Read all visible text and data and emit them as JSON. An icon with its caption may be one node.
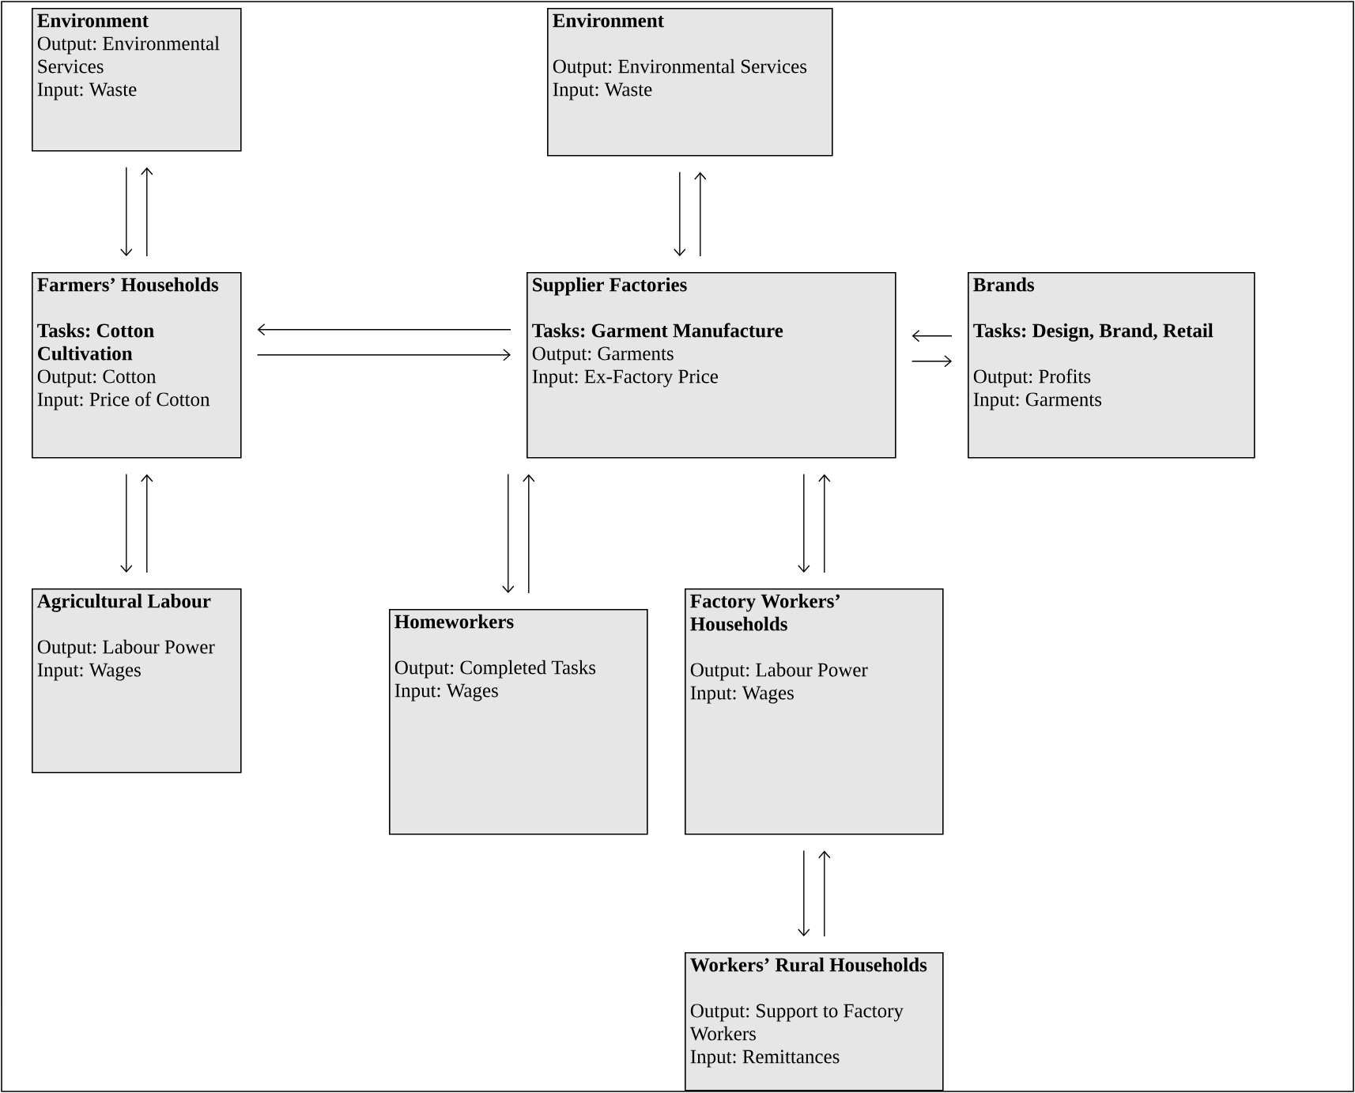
{
  "diagram": {
    "nodes": [
      {
        "text": [
          "Environment",
          "Output: Environmental Services",
          "Input: Waste"
        ]
      },
      {
        "text": [
          "Environment",
          "Output: Environmental Services",
          "Input: Waste"
        ]
      },
      {
        "text": [
          "Farmers’ Households",
          "Tasks: Cotton Cultivation",
          "Output: Cotton",
          "Input: Price of Cotton"
        ]
      },
      {
        "text": [
          "Supplier Factories",
          "Tasks: Garment Manufacture",
          "Output: Garments",
          "Input: Ex-Factory Price"
        ]
      },
      {
        "text": [
          "Brands",
          "Tasks: Design, Brand, Retail",
          "Output: Profits",
          "Input: Garments"
        ]
      },
      {
        "text": [
          "Agricultural Labour",
          "Output: Labour Power",
          "Input: Wages"
        ]
      },
      {
        "text": [
          "Homeworkers",
          "Output: Completed Tasks",
          "Input: Wages"
        ]
      },
      {
        "text": [
          "Factory Workers’ Households",
          "Output: Labour Power",
          "Input: Wages"
        ]
      },
      {
        "text": [
          "Workers’ Rural Households",
          "Output: Support to Factory Workers",
          "Input: Remittances"
        ]
      }
    ],
    "edges": [
      {
        "from": 0,
        "to": 2,
        "arrow": "to"
      },
      {
        "from": 2,
        "to": 0,
        "arrow": "to"
      },
      {
        "from": 1,
        "to": 3,
        "arrow": "to"
      },
      {
        "from": 3,
        "to": 1,
        "arrow": "to"
      },
      {
        "from": 3,
        "to": 2,
        "arrow": "to"
      },
      {
        "from": 2,
        "to": 3,
        "arrow": "to"
      },
      {
        "from": 4,
        "to": 3,
        "arrow": "to"
      },
      {
        "from": 3,
        "to": 4,
        "arrow": "to"
      },
      {
        "from": 2,
        "to": 5,
        "arrow": "to"
      },
      {
        "from": 5,
        "to": 2,
        "arrow": "to"
      },
      {
        "from": 3,
        "to": 6,
        "arrow": "to"
      },
      {
        "from": 6,
        "to": 3,
        "arrow": "to"
      },
      {
        "from": 3,
        "to": 7,
        "arrow": "to"
      },
      {
        "from": 7,
        "to": 3,
        "arrow": "to"
      },
      {
        "from": 7,
        "to": 8,
        "arrow": "to"
      },
      {
        "from": 8,
        "to": 7,
        "arrow": "to"
      }
    ]
  }
}
